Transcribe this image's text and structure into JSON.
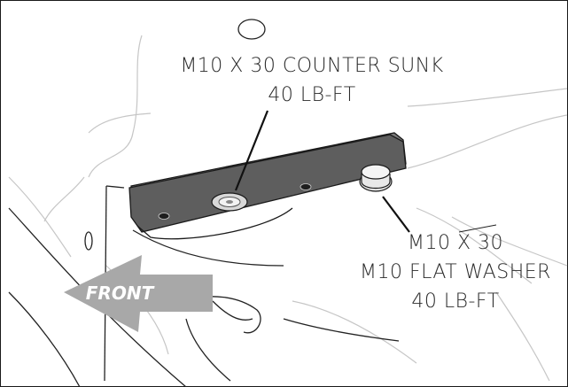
{
  "callouts": {
    "countersunk": {
      "line1": "M10 X 30 COUNTER SUNK",
      "line2": "40 LB-FT"
    },
    "washer": {
      "line1": "M10 X 30",
      "line2": "M10 FLAT WASHER",
      "line3": "40 LB-FT"
    }
  },
  "arrow": {
    "label": "FRONT"
  },
  "colors": {
    "bracket": "#5e5e5e",
    "bracket_top": "#7a7a7a",
    "arrow": "#a8a8a8",
    "outline": "#1a1a1a",
    "sketch": "#c8c8c8"
  }
}
